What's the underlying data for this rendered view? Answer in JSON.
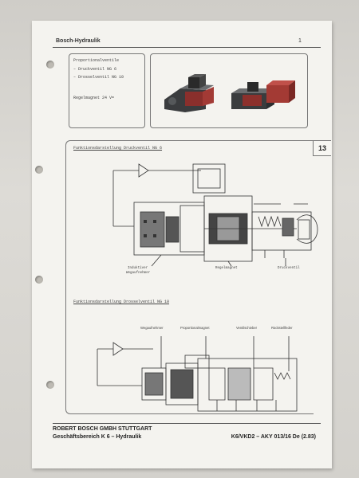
{
  "header": {
    "brand": "Bosch-Hydraulik",
    "page_number": "1"
  },
  "intro": {
    "title": "Proportionalventile",
    "items": [
      "– Druckventil NG 6",
      "– Drosselventil NG 10"
    ],
    "magnet_label": "Regelmagnet 24 V="
  },
  "tab_number": "13",
  "section1": {
    "title": "Funktionsdarstellung Druckventil NG 6",
    "labels": [
      "Induktiver",
      "Wegaufnehmer",
      "Regelmagnet",
      "Druckventil"
    ]
  },
  "section2": {
    "title": "Funktionsdarstellung Drosselventil NG 10",
    "labels": [
      "Wegaufnehmer",
      "Proportionalmagnet",
      "Ventilschieber",
      "Rückstellfeder"
    ]
  },
  "footer": {
    "company": "ROBERT BOSCH GMBH STUTTGART",
    "division": "Geschäftsbereich K 6 – Hydraulik",
    "doc_ref": "K6/VKD2 – AKY 013/16 De (2.83)"
  }
}
